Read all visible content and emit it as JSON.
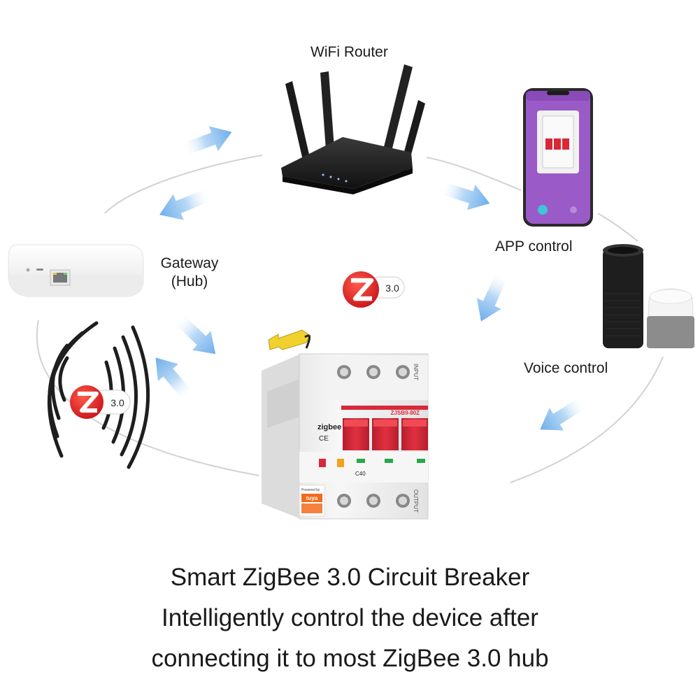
{
  "nodes": {
    "router": "WiFi Router",
    "app": "APP control",
    "voice": "Voice control",
    "gateway_line1": "Gateway",
    "gateway_line2": "(Hub)"
  },
  "badges": {
    "zigbee_version": "3.0"
  },
  "device": {
    "brand": "zigbee",
    "ce_mark": "CE",
    "model": "ZJSB9-80Z",
    "input_label": "INPUT",
    "output_label": "OUTPUT",
    "rating": "C40",
    "powered_by": "Powered by",
    "tuya_logo": "tuya"
  },
  "caption": {
    "line1": "Smart ZigBee 3.0 Circuit Breaker",
    "line2": "Intelligently control the device after",
    "line3": "connecting it to most ZigBee 3.0 hub"
  },
  "colors": {
    "arrow": "#7fb8ef",
    "zigbee_red": "#e3262a",
    "app_purple": "#9a5ac8",
    "breaker_red": "#d9283a",
    "ring": "#d0d0d0"
  }
}
